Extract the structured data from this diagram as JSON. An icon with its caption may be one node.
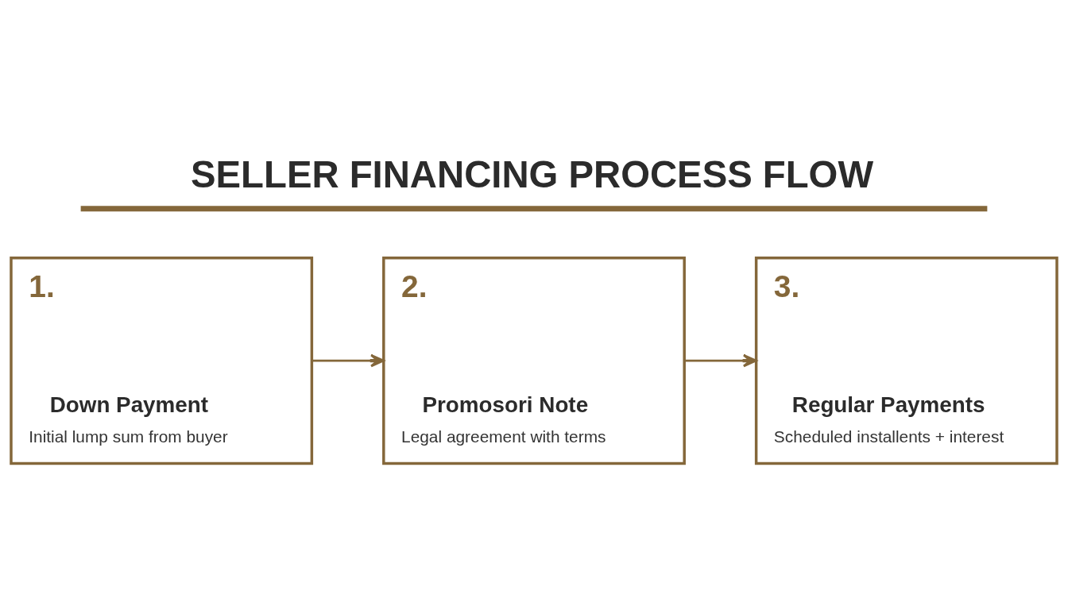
{
  "diagram": {
    "title": "SELLER FINANCING PROCESS FLOW",
    "nodes": [
      {
        "text": [
          "1.",
          "Down Payment",
          "Initial lump sum from buyer"
        ]
      },
      {
        "text": [
          "2.",
          "Promosori Note",
          "Legal agreement with terms"
        ]
      },
      {
        "text": [
          "3.",
          "Regular Payments",
          "Scheduled installents + interest"
        ]
      }
    ],
    "edges": [
      {
        "from": 0,
        "to": 1,
        "arrow": "to"
      },
      {
        "from": 1,
        "to": 2,
        "arrow": "to"
      }
    ]
  }
}
